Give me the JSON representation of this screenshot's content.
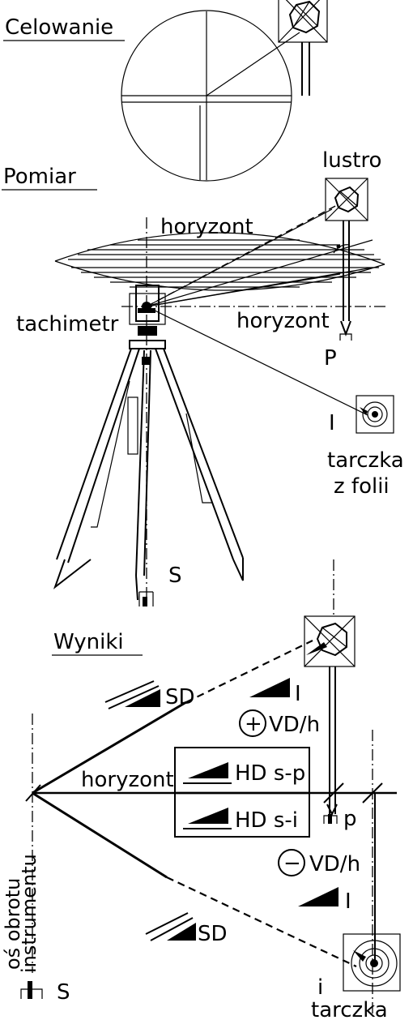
{
  "sections": {
    "aiming": "Celowanie",
    "measurement": "Pomiar",
    "results": "Wyniki"
  },
  "measurement": {
    "mirror": "lustro",
    "horizon_top": "horyzont",
    "horizon_right": "horyzont",
    "instrument": "tachimetr",
    "point_p": "P",
    "point_i": "I",
    "target_line1": "tarczka",
    "target_line2": "z folii",
    "point_s": "S"
  },
  "results": {
    "sd_upper": "SD",
    "i_upper": "I",
    "plus": "+",
    "vdh_upper": "VD/h",
    "horizon": "horyzont",
    "hd_sp": "HD s-p",
    "hd_si": "HD s-i",
    "point_p": "p",
    "minus": "−",
    "vdh_lower": "VD/h",
    "i_lower": "I",
    "sd_lower": "SD",
    "axis_line1": "oś obrotu",
    "axis_line2": "instrumentu",
    "point_i": "i",
    "target": "tarczka",
    "point_s": "S"
  }
}
